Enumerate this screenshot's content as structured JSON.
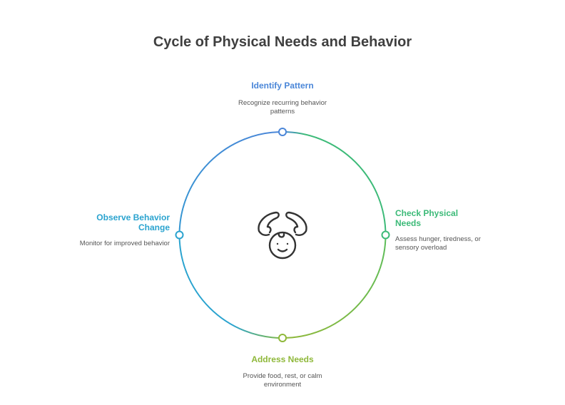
{
  "title": "Cycle of Physical Needs and Behavior",
  "steps": [
    {
      "title": "Identify Pattern",
      "description": "Recognize recurring behavior patterns",
      "color": "#4a86d8"
    },
    {
      "title": "Check Physical Needs",
      "description": "Assess hunger, tiredness, or sensory overload",
      "color": "#3cba78"
    },
    {
      "title": "Address Needs",
      "description": "Provide food, rest, or calm environment",
      "color": "#8fb83a"
    },
    {
      "title": "Observe Behavior Change",
      "description": "Monitor for improved behavior",
      "color": "#2aa3cf"
    }
  ],
  "center_icon": "baby-care-hands-icon"
}
